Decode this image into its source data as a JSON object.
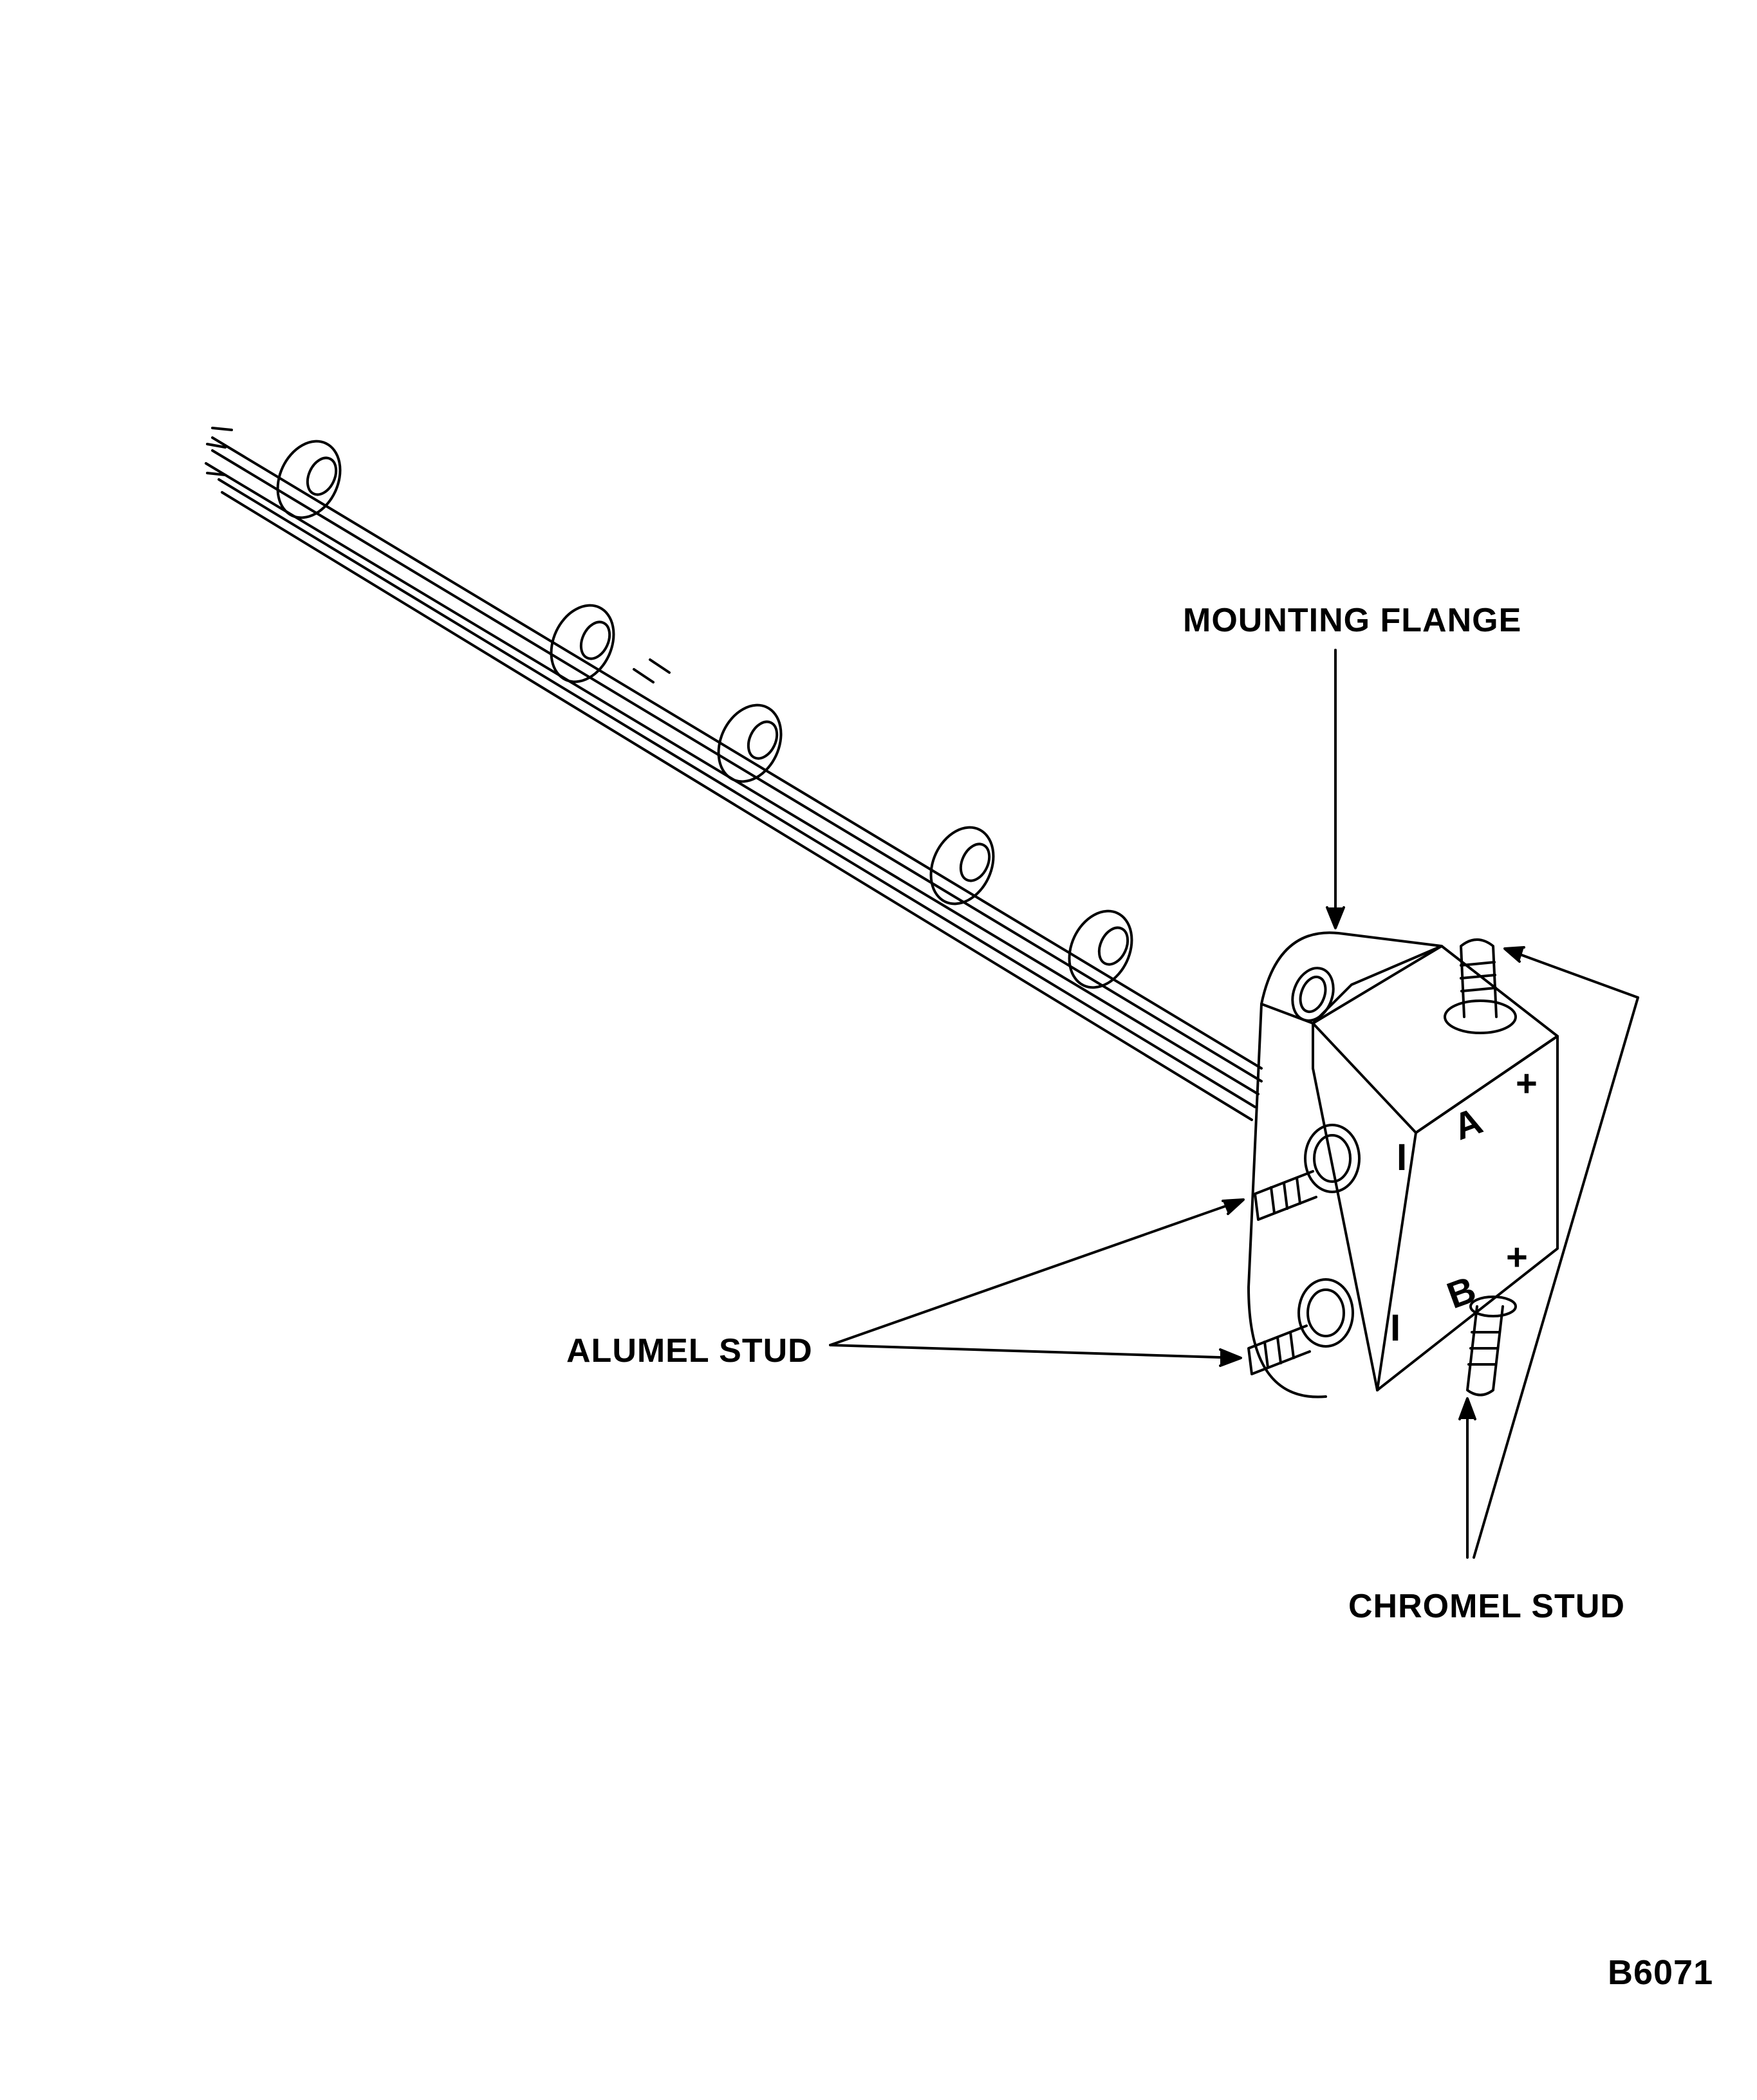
{
  "labels": {
    "mounting_flange": "MOUNTING FLANGE",
    "alumel_stud": "ALUMEL STUD",
    "chromel_stud": "CHROMEL STUD",
    "figure_code": "B6071"
  },
  "terminal_marks": {
    "plus_a": "+",
    "plus_b": "+",
    "minus_a": "I",
    "minus_b": "I",
    "letter_a": "A",
    "letter_b": "B"
  },
  "colors": {
    "line": "#000000",
    "background": "#ffffff"
  }
}
